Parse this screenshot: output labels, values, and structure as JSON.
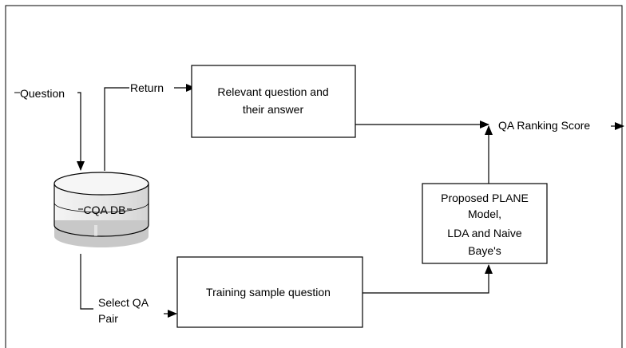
{
  "diagram": {
    "question_label": "Question",
    "return_label": "Return",
    "relevant_box": {
      "line1": "Relevant question and",
      "line2": "their answer"
    },
    "qa_ranking_label": "QA Ranking Score",
    "database_label": "CQA DB",
    "proposed_box": {
      "line1": "Proposed PLANE",
      "line2": "Model,",
      "line3": "LDA and Naive",
      "line4": "Baye's"
    },
    "select_label": {
      "line1": "Select QA",
      "line2": "Pair"
    },
    "training_box": {
      "line1": "Training sample question"
    }
  },
  "colors": {
    "stroke": "#000000",
    "cylinder_light": "#f0f0f0",
    "cylinder_mid": "#e3e3e3",
    "cylinder_dark": "#c7c7c7"
  }
}
